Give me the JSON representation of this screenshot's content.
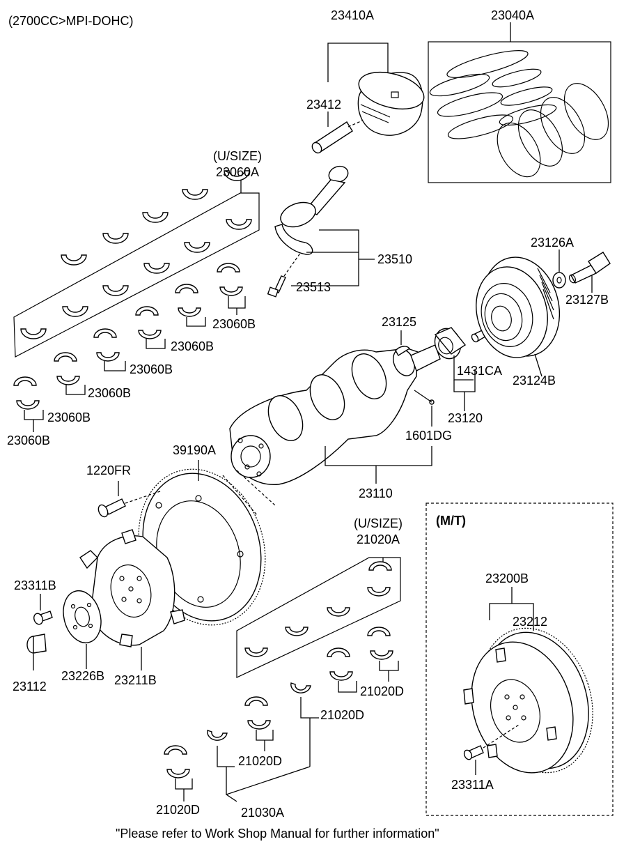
{
  "header": {
    "engine_spec": "(2700CC>MPI-DOHC)"
  },
  "labels": {
    "p23410A": "23410A",
    "p23040A": "23040A",
    "p23412": "23412",
    "usize_1": "(U/SIZE)",
    "p23060A": "23060A",
    "p23510": "23510",
    "p23513": "23513",
    "p23126A": "23126A",
    "p23127B": "23127B",
    "p23125": "23125",
    "p1431CA": "1431CA",
    "p23124B": "23124B",
    "p23120": "23120",
    "p1601DG": "1601DG",
    "p23110": "23110",
    "p23060B_1": "23060B",
    "p23060B_2": "23060B",
    "p23060B_3": "23060B",
    "p23060B_4": "23060B",
    "p23060B_5": "23060B",
    "p23060B_6": "23060B",
    "p1220FR": "1220FR",
    "p39190A": "39190A",
    "usize_2": "(U/SIZE)",
    "p21020A": "21020A",
    "mt_title": "(M/T)",
    "p23200B": "23200B",
    "p23212": "23212",
    "p23311B": "23311B",
    "p23112": "23112",
    "p23226B": "23226B",
    "p23211B": "23211B",
    "p21020D_1": "21020D",
    "p21020D_2": "21020D",
    "p21020D_3": "21020D",
    "p21020D_4": "21020D",
    "p21030A": "21030A",
    "p23311A": "23311A"
  },
  "footer": {
    "note": "\"Please refer to Work Shop Manual for further information\""
  }
}
